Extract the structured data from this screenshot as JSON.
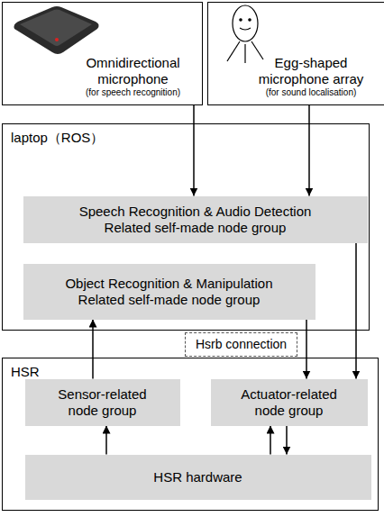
{
  "diagram": {
    "nodes": [
      {
        "text": [
          "Omnidirectional microphone",
          "(for speech recognition)"
        ]
      },
      {
        "text": [
          "Egg-shaped microphone array",
          "(for sound localisation)"
        ]
      },
      {
        "text": [
          "laptop（ROS）"
        ]
      },
      {
        "text": [
          "Speech Recognition & Audio Detection Related self-made node group"
        ],
        "in": 2
      },
      {
        "text": [
          "Object Recognition & Manipulation Related self-made node group"
        ],
        "in": 2
      },
      {
        "text": [
          "Hsrb connection"
        ]
      },
      {
        "text": [
          "HSR"
        ]
      },
      {
        "text": [
          "Sensor-related node group"
        ],
        "in": 6
      },
      {
        "text": [
          "Actuator-related node group"
        ],
        "in": 6
      },
      {
        "text": [
          "HSR hardware"
        ],
        "in": 6
      }
    ],
    "edges": [
      {
        "from": 0,
        "to": 3,
        "arrow": "to"
      },
      {
        "from": 1,
        "to": 3,
        "arrow": "to"
      },
      {
        "from": 3,
        "to": 8,
        "arrow": "to"
      },
      {
        "from": 7,
        "to": 4,
        "arrow": "to"
      },
      {
        "from": 4,
        "to": 8,
        "arrow": "to"
      },
      {
        "from": 9,
        "to": 7,
        "arrow": "to"
      },
      {
        "from": 9,
        "to": 8,
        "arrow": "to"
      },
      {
        "from": 8,
        "to": 9,
        "arrow": "to"
      }
    ]
  }
}
